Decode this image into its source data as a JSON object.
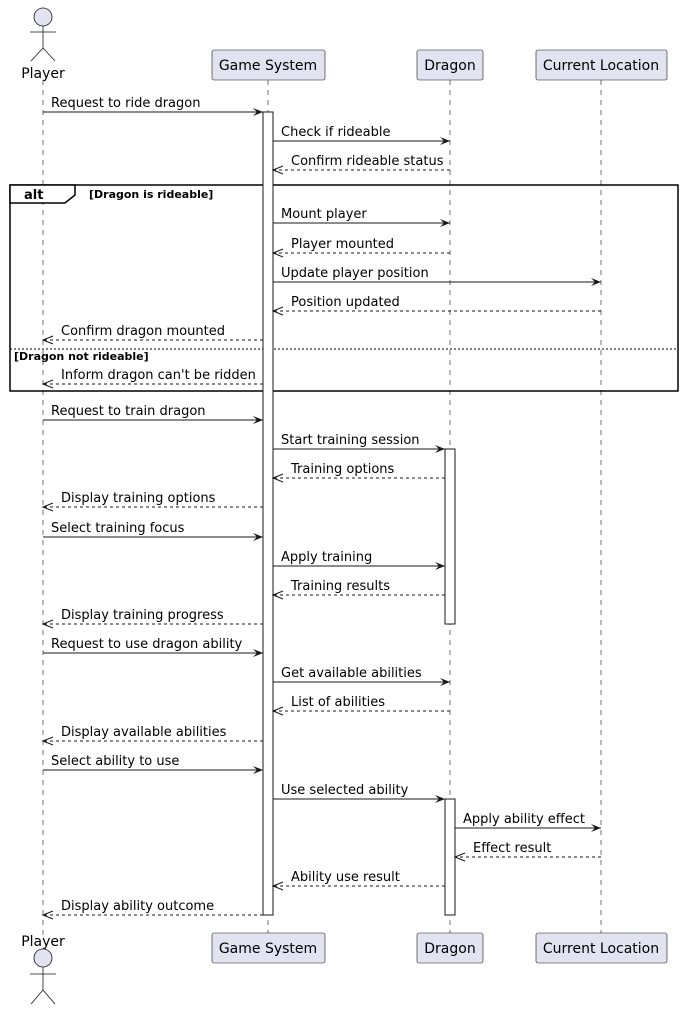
{
  "participants": {
    "player": "Player",
    "game_system": "Game System",
    "dragon": "Dragon",
    "current_location": "Current Location"
  },
  "alt_block": {
    "keyword": "alt",
    "guard1": "[Dragon is rideable]",
    "guard2": "[Dragon not rideable]"
  },
  "messages": [
    {
      "from": "player",
      "to": "game_system",
      "text": "Request to ride dragon",
      "kind": "sync"
    },
    {
      "from": "game_system",
      "to": "dragon",
      "text": "Check if rideable",
      "kind": "sync"
    },
    {
      "from": "dragon",
      "to": "game_system",
      "text": "Confirm rideable status",
      "kind": "reply"
    },
    {
      "from": "game_system",
      "to": "dragon",
      "text": "Mount player",
      "kind": "sync"
    },
    {
      "from": "dragon",
      "to": "game_system",
      "text": "Player mounted",
      "kind": "reply"
    },
    {
      "from": "game_system",
      "to": "current_location",
      "text": "Update player position",
      "kind": "sync"
    },
    {
      "from": "current_location",
      "to": "game_system",
      "text": "Position updated",
      "kind": "reply"
    },
    {
      "from": "game_system",
      "to": "player",
      "text": "Confirm dragon mounted",
      "kind": "reply"
    },
    {
      "from": "game_system",
      "to": "player",
      "text": "Inform dragon can't be ridden",
      "kind": "reply"
    },
    {
      "from": "player",
      "to": "game_system",
      "text": "Request to train dragon",
      "kind": "sync"
    },
    {
      "from": "game_system",
      "to": "dragon",
      "text": "Start training session",
      "kind": "sync"
    },
    {
      "from": "dragon",
      "to": "game_system",
      "text": "Training options",
      "kind": "reply"
    },
    {
      "from": "game_system",
      "to": "player",
      "text": "Display training options",
      "kind": "reply"
    },
    {
      "from": "player",
      "to": "game_system",
      "text": "Select training focus",
      "kind": "sync"
    },
    {
      "from": "game_system",
      "to": "dragon",
      "text": "Apply training",
      "kind": "sync"
    },
    {
      "from": "dragon",
      "to": "game_system",
      "text": "Training results",
      "kind": "reply"
    },
    {
      "from": "game_system",
      "to": "player",
      "text": "Display training progress",
      "kind": "reply"
    },
    {
      "from": "player",
      "to": "game_system",
      "text": "Request to use dragon ability",
      "kind": "sync"
    },
    {
      "from": "game_system",
      "to": "dragon",
      "text": "Get available abilities",
      "kind": "sync"
    },
    {
      "from": "dragon",
      "to": "game_system",
      "text": "List of abilities",
      "kind": "reply"
    },
    {
      "from": "game_system",
      "to": "player",
      "text": "Display available abilities",
      "kind": "reply"
    },
    {
      "from": "player",
      "to": "game_system",
      "text": "Select ability to use",
      "kind": "sync"
    },
    {
      "from": "game_system",
      "to": "dragon",
      "text": "Use selected ability",
      "kind": "sync"
    },
    {
      "from": "dragon",
      "to": "current_location",
      "text": "Apply ability effect",
      "kind": "sync"
    },
    {
      "from": "current_location",
      "to": "dragon",
      "text": "Effect result",
      "kind": "reply"
    },
    {
      "from": "dragon",
      "to": "game_system",
      "text": "Ability use result",
      "kind": "reply"
    },
    {
      "from": "game_system",
      "to": "player",
      "text": "Display ability outcome",
      "kind": "reply"
    }
  ]
}
